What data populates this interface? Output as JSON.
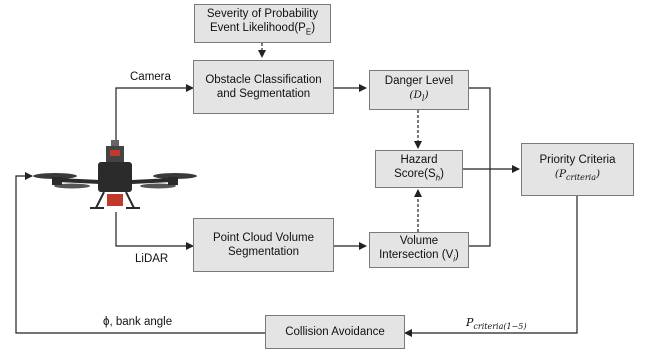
{
  "nodes": {
    "severity": {
      "line1": "Severity of Probability",
      "line2": "Event Likelihood(P",
      "sub": "E",
      "tail": ")"
    },
    "obstacle": {
      "line1": "Obstacle Classification",
      "line2": "and Segmentation"
    },
    "danger": {
      "line1": "Danger Level",
      "math": "(D",
      "sub": "l",
      "tail": ")"
    },
    "hazard": {
      "line1": "Hazard",
      "line2": "Score(S",
      "sub": "h",
      "tail": ")"
    },
    "volume": {
      "line1": "Volume",
      "line2": "Intersection (V",
      "sub": "i",
      "tail": ")"
    },
    "pointcloud": {
      "line1": "Point Cloud Volume",
      "line2": "Segmentation"
    },
    "priority": {
      "line1": "Priority Criteria",
      "math": "(P",
      "sub": "criteria",
      "tail": ")"
    },
    "collision": {
      "line1": "Collision Avoidance"
    }
  },
  "edge_labels": {
    "camera": "Camera",
    "lidar": "LiDAR",
    "bank_angle": "ϕ, bank angle",
    "priority_range_main": "P",
    "priority_range_sub": "criteria(1−5)"
  },
  "colors": {
    "box_fill": "#e4e4e4",
    "box_border": "#7a7a7a",
    "line": "#222222",
    "drone_body": "#2b2b2b",
    "drone_accent": "#c0392b"
  },
  "icons": {
    "drone": "quadcopter-drone-icon"
  }
}
